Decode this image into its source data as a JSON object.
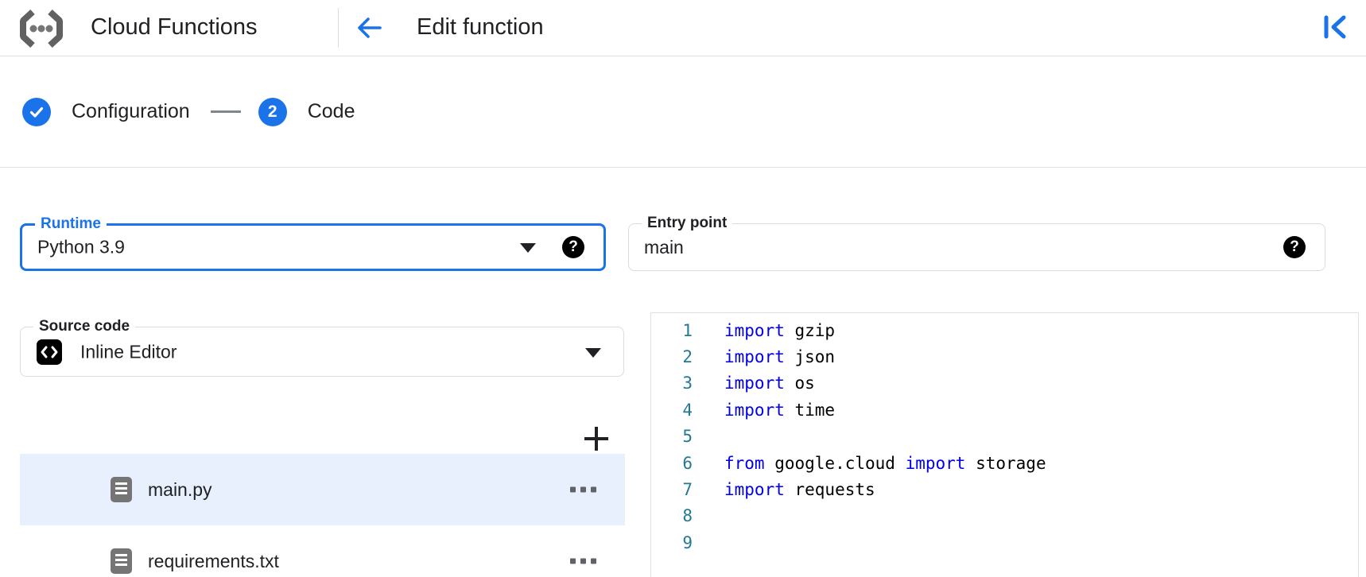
{
  "header": {
    "product_name": "Cloud Functions",
    "page_title": "Edit function"
  },
  "stepper": {
    "step1_label": "Configuration",
    "step1_status": "complete",
    "step2_number": "2",
    "step2_label": "Code",
    "step2_status": "active"
  },
  "fields": {
    "runtime": {
      "label": "Runtime",
      "value": "Python 3.9"
    },
    "entry_point": {
      "label": "Entry point",
      "value": "main"
    },
    "source_code": {
      "label": "Source code",
      "value": "Inline Editor"
    }
  },
  "file_explorer": {
    "files": [
      {
        "name": "main.py",
        "selected": true
      },
      {
        "name": "requirements.txt",
        "selected": false
      }
    ]
  },
  "editor": {
    "language": "python",
    "lines": [
      {
        "number": "1",
        "tokens": [
          {
            "text": "import",
            "type": "keyword"
          },
          {
            "text": " gzip",
            "type": "plain"
          }
        ]
      },
      {
        "number": "2",
        "tokens": [
          {
            "text": "import",
            "type": "keyword"
          },
          {
            "text": " json",
            "type": "plain"
          }
        ]
      },
      {
        "number": "3",
        "tokens": [
          {
            "text": "import",
            "type": "keyword"
          },
          {
            "text": " os",
            "type": "plain"
          }
        ]
      },
      {
        "number": "4",
        "tokens": [
          {
            "text": "import",
            "type": "keyword"
          },
          {
            "text": " time",
            "type": "plain"
          }
        ]
      },
      {
        "number": "5",
        "tokens": []
      },
      {
        "number": "6",
        "tokens": [
          {
            "text": "from",
            "type": "keyword"
          },
          {
            "text": " google.cloud ",
            "type": "plain"
          },
          {
            "text": "import",
            "type": "keyword"
          },
          {
            "text": " storage",
            "type": "plain"
          }
        ]
      },
      {
        "number": "7",
        "tokens": [
          {
            "text": "import",
            "type": "keyword"
          },
          {
            "text": " requests",
            "type": "plain"
          }
        ]
      },
      {
        "number": "8",
        "tokens": []
      },
      {
        "number": "9",
        "tokens": []
      }
    ]
  },
  "colors": {
    "accent_blue": "#1a73e8",
    "keyword_blue": "#0000ee",
    "line_number_teal": "#237893",
    "selected_row_bg": "#e8f0fe",
    "border_gray": "#dadce0",
    "text_dark": "#202124",
    "icon_gray": "#757575"
  }
}
